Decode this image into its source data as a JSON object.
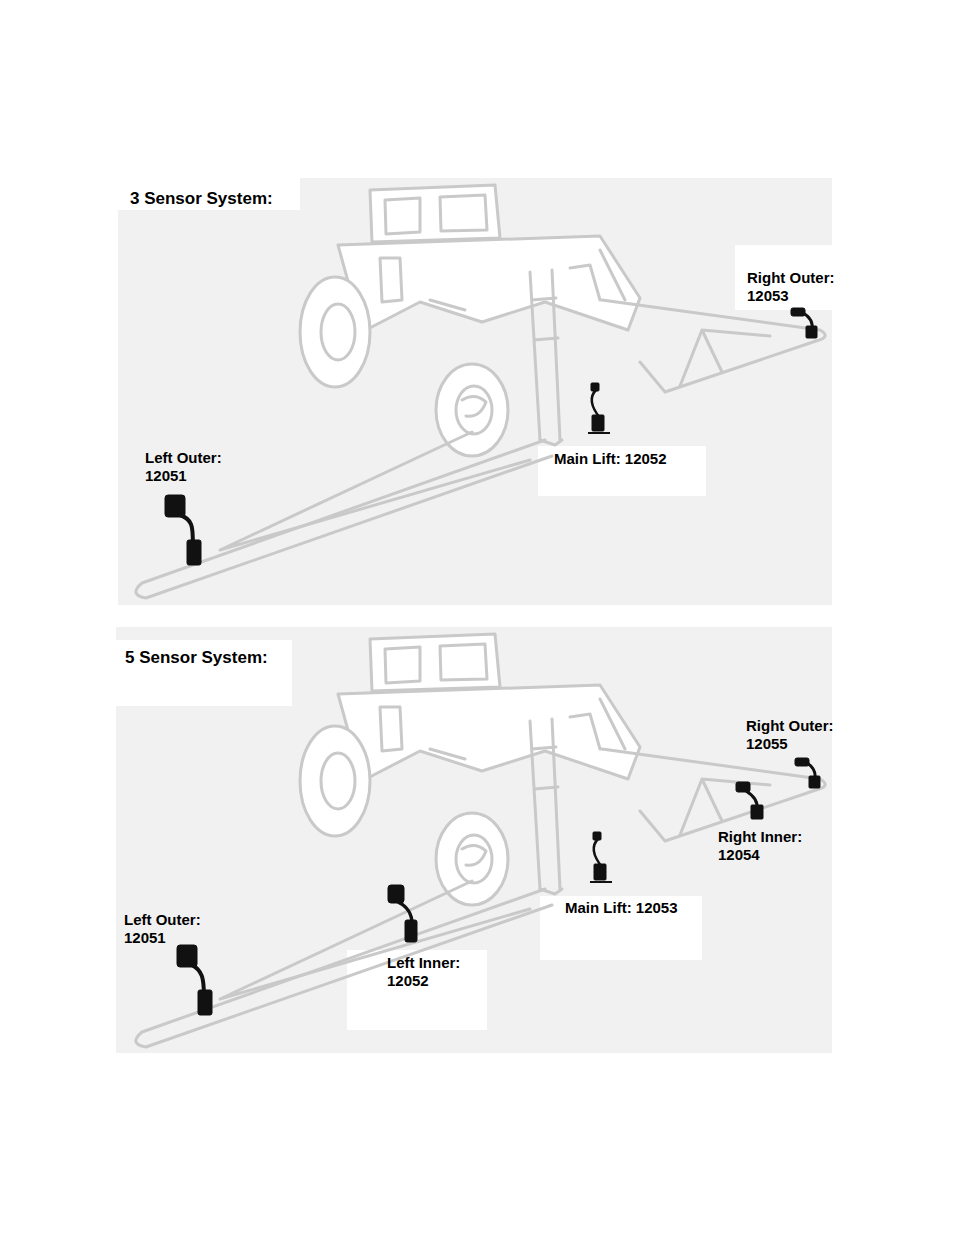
{
  "diagram": {
    "labels": [
      "3 Sensor System:",
      "Right Outer: 12053",
      "Main Lift: 12052",
      "Left Outer: 12051",
      "5 Sensor System:",
      "Right Outer: 12055",
      "Right Inner: 12054",
      "Main Lift: 12053",
      "Left Outer: 12051",
      "Left Inner: 12052"
    ]
  }
}
